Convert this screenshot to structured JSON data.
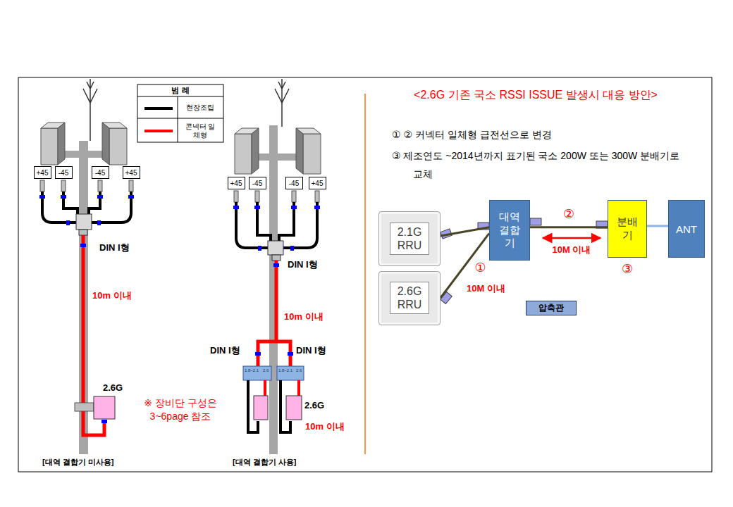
{
  "diagram": {
    "title": "<2.6G 기존 국소 RSSI ISSUE 발생시 대응 방안>",
    "nodes": [
      {
        "text": [
          "+45"
        ]
      },
      {
        "text": [
          "-45"
        ]
      },
      {
        "text": [
          "-45"
        ]
      },
      {
        "text": [
          "+45"
        ]
      },
      {
        "text": [
          "+45"
        ]
      },
      {
        "text": [
          "-45"
        ]
      },
      {
        "text": [
          "-45"
        ]
      },
      {
        "text": [
          "+45"
        ]
      },
      {
        "text": [
          "2.1G RRU"
        ]
      },
      {
        "text": [
          "대역 결합기"
        ]
      },
      {
        "text": [
          "분배기"
        ]
      },
      {
        "text": [
          "ANT"
        ]
      },
      {
        "text": [
          "2.6G RRU"
        ]
      },
      {
        "text": [
          "압축관"
        ]
      }
    ],
    "edges": [
      {
        "from": 8,
        "to": 9,
        "arrow": "none"
      },
      {
        "from": 12,
        "to": 9,
        "label": "①",
        "arrow": "none"
      },
      {
        "from": 9,
        "to": 10,
        "label": "②",
        "arrow": "none"
      },
      {
        "from": 10,
        "to": 11,
        "arrow": "none"
      }
    ],
    "labels": [
      "범 례",
      "DIN I형",
      "10m 이내",
      "2.6G",
      "※ 장비단 구성은 3~6page 참조",
      "[대역 결합기 미사용]",
      "DIN I형",
      "10m 이내",
      "DIN I형",
      "DIN I형",
      "1.8~2.1",
      "2.6",
      "1.8~2.1",
      "2.6",
      "2.6G",
      "10m 이내",
      "[대역 결합기 사용]",
      "① ② 커넥터 일체형 급전선으로 변경",
      "③ 제조연도 ~2014년까지 표기된 국소 200W 또는 300W 분배기로 교체",
      "10M 이내",
      "③",
      "10M 이내"
    ],
    "legend": [
      {
        "text": "현장조립"
      },
      {
        "text": "콘넥터 일체형"
      }
    ]
  }
}
